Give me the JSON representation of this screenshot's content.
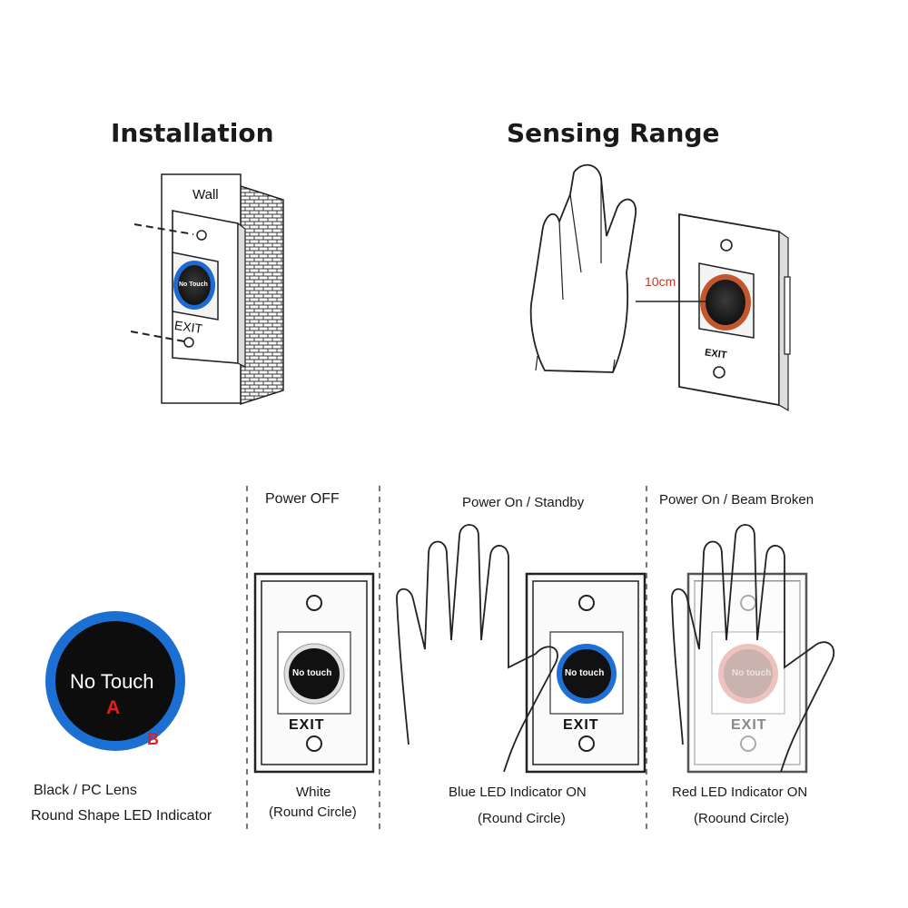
{
  "installation": {
    "title": "Installation",
    "wall_label": "Wall",
    "button_text": "No Touch",
    "exit_label": "EXIT"
  },
  "sensing": {
    "title": "Sensing Range",
    "distance_label": "10cm",
    "exit_label": "EXIT"
  },
  "lens": {
    "button_text": "No Touch",
    "marker_a": "A",
    "marker_b": "B",
    "caption_line1": "Black / PC Lens",
    "caption_line2": "Round Shape LED Indicator"
  },
  "states": [
    {
      "heading": "Power OFF",
      "button_text": "No touch",
      "exit_label": "EXIT",
      "caption_line1": "White",
      "caption_line2": "(Round Circle)",
      "ring_color": "#e8e8e8"
    },
    {
      "heading": "Power On / Standby",
      "button_text": "No touch",
      "exit_label": "EXIT",
      "caption_line1": "Blue LED Indicator ON",
      "caption_line2": "(Round Circle)",
      "ring_color": "#1f6fd6"
    },
    {
      "heading": "Power On / Beam Broken",
      "button_text": "No touch",
      "exit_label": "EXIT",
      "caption_line1": "Red LED Indicator ON",
      "caption_line2": "(Roound Circle)",
      "ring_color": "#c0392b"
    }
  ],
  "colors": {
    "blue_led": "#1f6fd6",
    "red_led": "#c0392b",
    "red_marker": "#e02020"
  }
}
